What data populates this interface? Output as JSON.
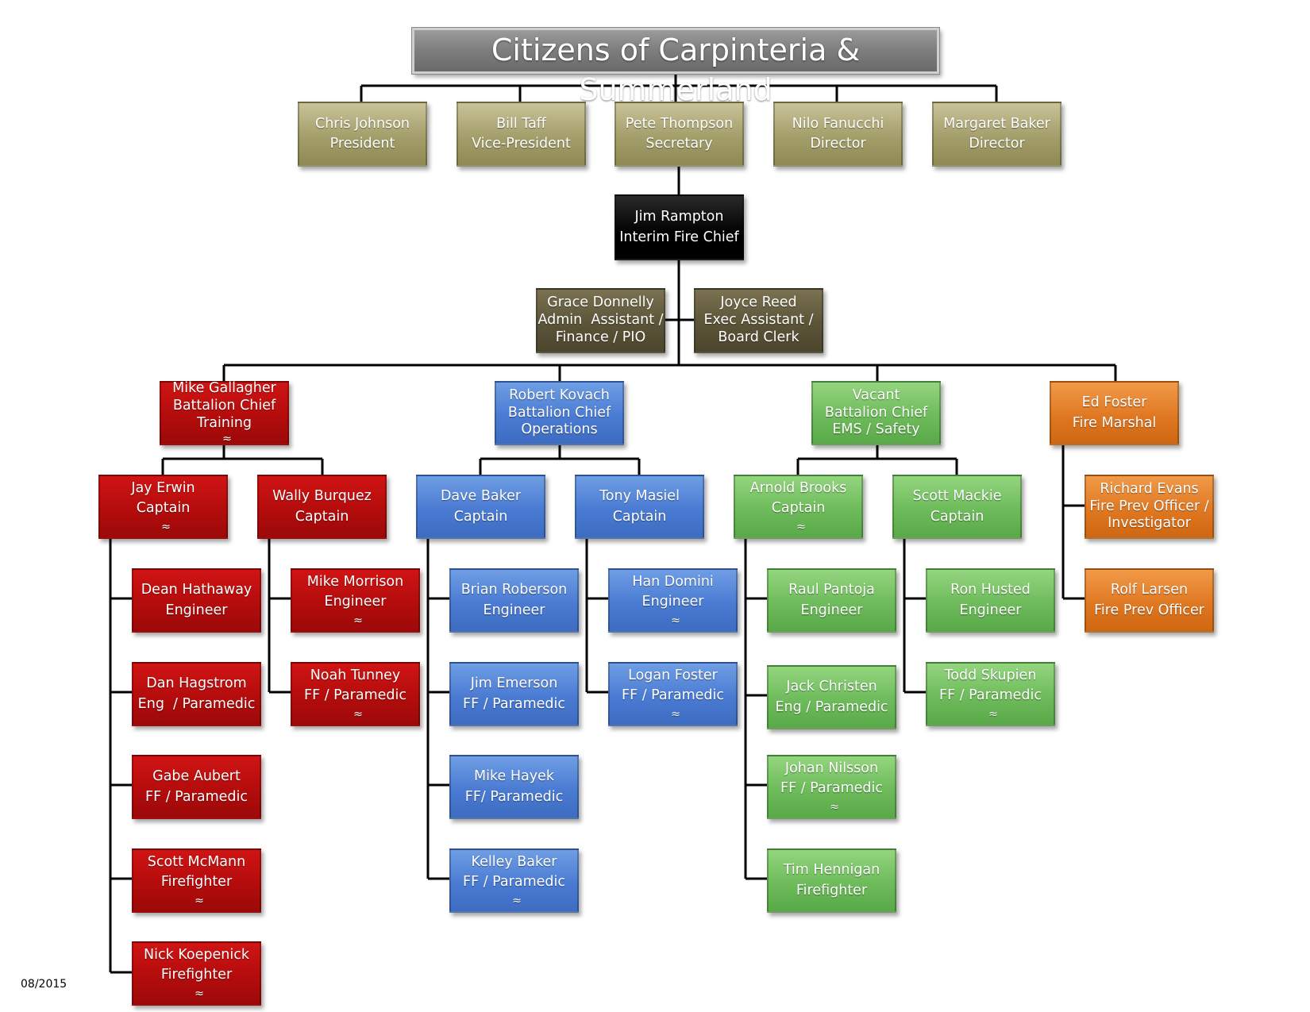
{
  "title": "Citizens of Carpinteria & Summerland",
  "date": "08/2015",
  "wave_icon": "≈",
  "board": [
    {
      "name": "Chris Johnson",
      "role": "President"
    },
    {
      "name": "Bill Taff",
      "role": "Vice-President"
    },
    {
      "name": "Pete Thompson",
      "role": "Secretary"
    },
    {
      "name": "Nilo Fanucchi",
      "role": "Director"
    },
    {
      "name": "Margaret Baker",
      "role": "Director"
    }
  ],
  "chief": {
    "name": "Jim Rampton",
    "role": "Interim Fire Chief"
  },
  "assistants": [
    {
      "name": "Grace Donnelly",
      "role": "Admin  Assistant /",
      "role2": "Finance / PIO"
    },
    {
      "name": "Joyce Reed",
      "role": "Exec Assistant /",
      "role2": "Board Clerk"
    }
  ],
  "battalions": [
    {
      "name": "Mike Gallagher",
      "role": "Battalion Chief",
      "role2": "Training"
    },
    {
      "name": "Robert Kovach",
      "role": "Battalion Chief",
      "role2": "Operations"
    },
    {
      "name": "Vacant",
      "role": "Battalion Chief",
      "role2": "EMS / Safety"
    },
    {
      "name": "Ed Foster",
      "role": "Fire Marshal"
    }
  ],
  "captains": [
    {
      "name": "Jay Erwin",
      "role": "Captain"
    },
    {
      "name": "Wally Burquez",
      "role": "Captain"
    },
    {
      "name": "Dave Baker",
      "role": "Captain"
    },
    {
      "name": "Tony Masiel",
      "role": "Captain"
    },
    {
      "name": "Arnold Brooks",
      "role": "Captain"
    },
    {
      "name": "Scott Mackie",
      "role": "Captain"
    }
  ],
  "prevention": [
    {
      "name": "Richard Evans",
      "role": "Fire Prev Officer /",
      "role2": "Investigator"
    },
    {
      "name": "Rolf Larsen",
      "role": "Fire Prev Officer"
    }
  ],
  "crews": [
    [
      {
        "name": "Dean Hathaway",
        "role": "Engineer"
      },
      {
        "name": "Dan Hagstrom",
        "role": "Eng  / Paramedic"
      },
      {
        "name": "Gabe Aubert",
        "role": "FF / Paramedic"
      },
      {
        "name": "Scott McMann",
        "role": "Firefighter"
      },
      {
        "name": "Nick Koepenick",
        "role": "Firefighter"
      }
    ],
    [
      {
        "name": "Mike Morrison",
        "role": "Engineer"
      },
      {
        "name": "Noah Tunney",
        "role": "FF / Paramedic"
      }
    ],
    [
      {
        "name": "Brian Roberson",
        "role": "Engineer"
      },
      {
        "name": "Jim Emerson",
        "role": "FF / Paramedic"
      },
      {
        "name": "Mike Hayek",
        "role": "FF/ Paramedic"
      },
      {
        "name": "Kelley Baker",
        "role": "FF / Paramedic"
      }
    ],
    [
      {
        "name": "Han Domini",
        "role": "Engineer"
      },
      {
        "name": "Logan Foster",
        "role": "FF / Paramedic"
      }
    ],
    [
      {
        "name": "Raul Pantoja",
        "role": "Engineer"
      },
      {
        "name": "Jack Christen",
        "role": "Eng / Paramedic"
      },
      {
        "name": "Johan Nilsson",
        "role": "FF / Paramedic"
      },
      {
        "name": "Tim Hennigan",
        "role": "Firefighter"
      }
    ],
    [
      {
        "name": "Ron Husted",
        "role": "Engineer"
      },
      {
        "name": "Todd Skupien",
        "role": "FF / Paramedic"
      }
    ]
  ]
}
